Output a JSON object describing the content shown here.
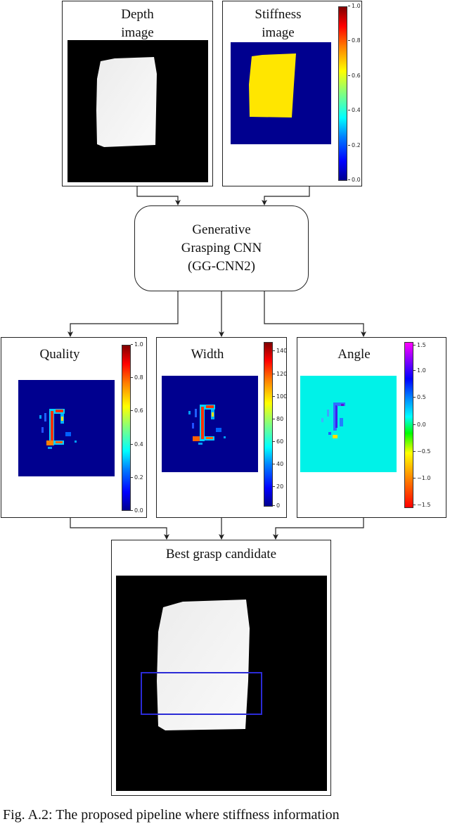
{
  "inputs": {
    "depth_title": [
      "Depth",
      "image"
    ],
    "stiffness_title": [
      "Stiffness",
      "image"
    ],
    "stiffness_colorbar_ticks": [
      "1.0",
      "0.8",
      "0.6",
      "0.4",
      "0.2",
      "0.0"
    ]
  },
  "network": {
    "lines": [
      "Generative",
      "Grasping CNN",
      "(GG-CNN2)"
    ]
  },
  "outputs": [
    {
      "title": "Quality",
      "ticks": [
        "1.0",
        "0.8",
        "0.6",
        "0.4",
        "0.2",
        "0.0"
      ]
    },
    {
      "title": "Width",
      "ticks": [
        "140",
        "120",
        "100",
        "80",
        "60",
        "40",
        "20",
        "0"
      ]
    },
    {
      "title": "Angle",
      "ticks": [
        "1.5",
        "1.0",
        "0.5",
        "0.0",
        "−0.5",
        "−1.0",
        "−1.5"
      ]
    }
  ],
  "result": {
    "title": "Best grasp candidate",
    "grasp_box_color": "#2b2bd6"
  },
  "caption": "Fig. A.2: The proposed pipeline where stiffness information",
  "colors": {
    "jet_low": "#00008f",
    "stiffness_object": "#ffe600",
    "angle_bg": "#00f2e8"
  }
}
